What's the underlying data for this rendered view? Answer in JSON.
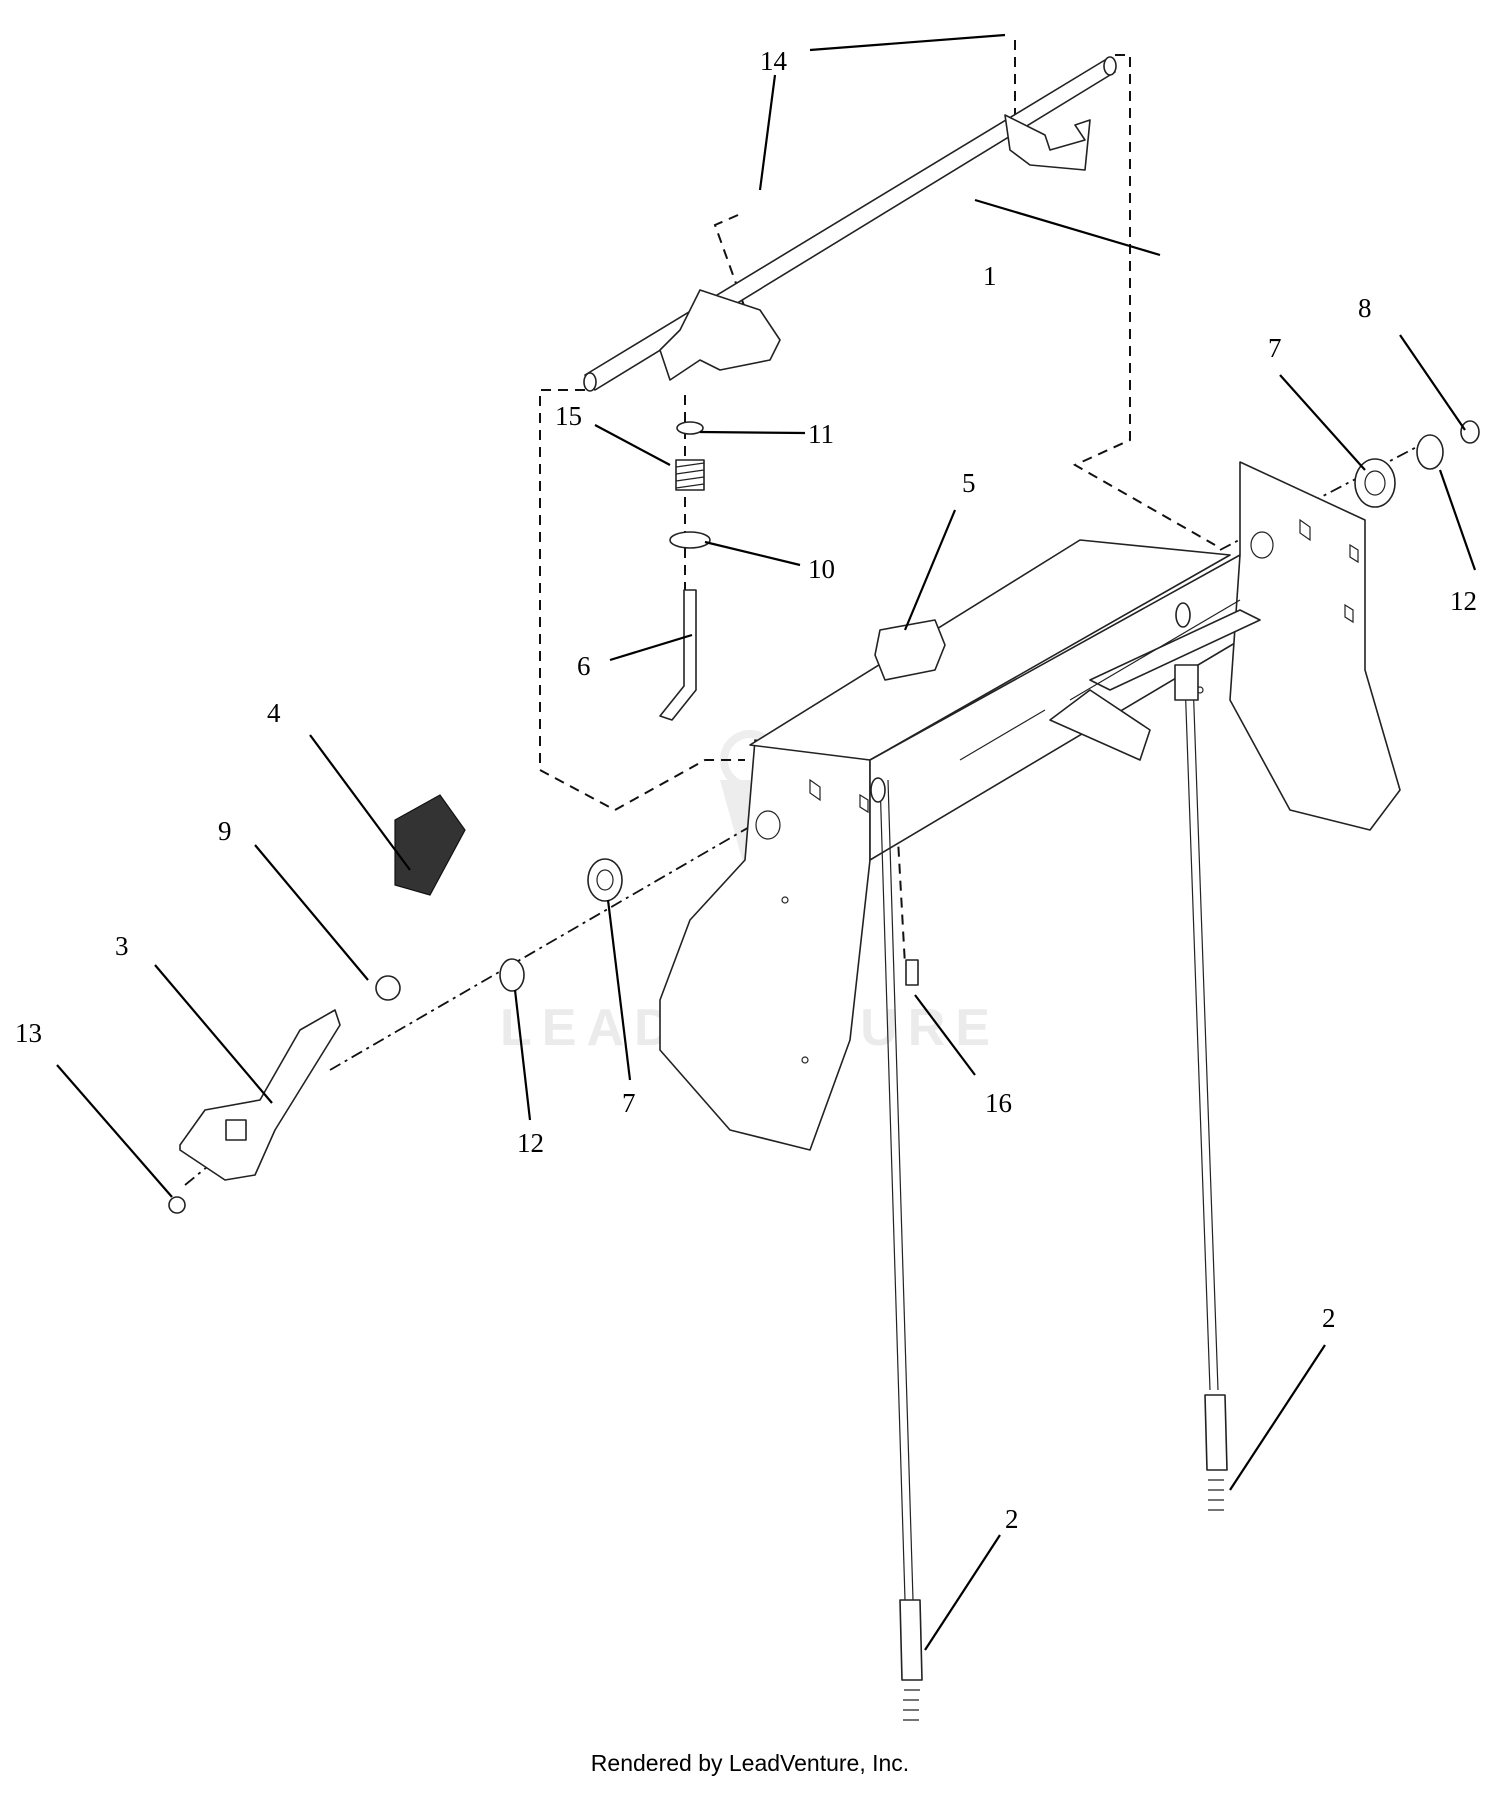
{
  "watermark": "LEADVENTURE",
  "footer": "Rendered by LeadVenture, Inc.",
  "callouts": {
    "c1": "1",
    "c2a": "2",
    "c2b": "2",
    "c3": "3",
    "c4": "4",
    "c5": "5",
    "c6": "6",
    "c7a": "7",
    "c7b": "7",
    "c8": "8",
    "c9": "9",
    "c10": "10",
    "c11": "11",
    "c12a": "12",
    "c12b": "12",
    "c13": "13",
    "c14": "14",
    "c15": "15",
    "c16": "16"
  }
}
